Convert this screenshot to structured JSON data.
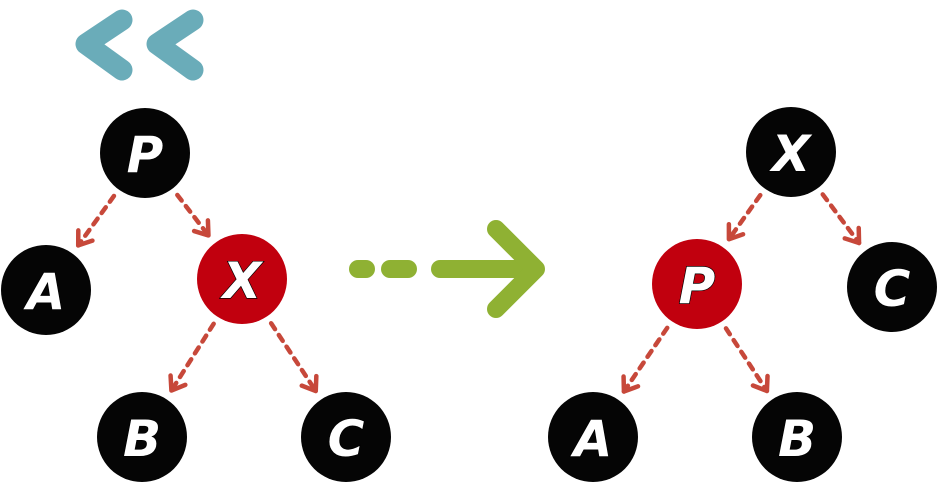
{
  "colors": {
    "node_black": "#050505",
    "node_red": "#c1000e",
    "label_white": "#ffffff",
    "edge_arrow": "#c7483a",
    "transform_arrow": "#8fb133",
    "back_icon": "#6aacb9"
  },
  "icons": {
    "back": "double-chevron-left-icon",
    "transform": "dotted-arrow-right-icon"
  },
  "before_tree": {
    "nodes": [
      {
        "id": "P",
        "label": "P",
        "color": "black"
      },
      {
        "id": "A",
        "label": "A",
        "color": "black"
      },
      {
        "id": "X",
        "label": "X",
        "color": "red"
      },
      {
        "id": "B",
        "label": "B",
        "color": "black"
      },
      {
        "id": "C",
        "label": "C",
        "color": "black"
      }
    ],
    "edges": [
      {
        "from": "P",
        "to": "A"
      },
      {
        "from": "P",
        "to": "X"
      },
      {
        "from": "X",
        "to": "B"
      },
      {
        "from": "X",
        "to": "C"
      }
    ]
  },
  "after_tree": {
    "nodes": [
      {
        "id": "X",
        "label": "X",
        "color": "black"
      },
      {
        "id": "P",
        "label": "P",
        "color": "red"
      },
      {
        "id": "C",
        "label": "C",
        "color": "black"
      },
      {
        "id": "A",
        "label": "A",
        "color": "black"
      },
      {
        "id": "B",
        "label": "B",
        "color": "black"
      }
    ],
    "edges": [
      {
        "from": "X",
        "to": "P"
      },
      {
        "from": "X",
        "to": "C"
      },
      {
        "from": "P",
        "to": "A"
      },
      {
        "from": "P",
        "to": "B"
      }
    ]
  }
}
